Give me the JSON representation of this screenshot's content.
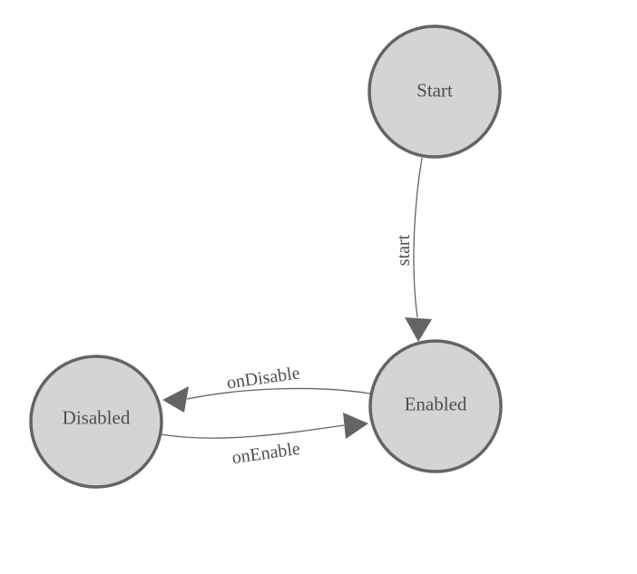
{
  "colors": {
    "background": "#ffffff",
    "nodeFill": "#d4d4d4",
    "nodeStroke": "#646464",
    "edgeColor": "#646464",
    "labelColor": "#4e4e4e"
  },
  "diagram": {
    "type": "state-machine",
    "nodes": [
      {
        "id": "start",
        "label": "Start"
      },
      {
        "id": "enabled",
        "label": "Enabled"
      },
      {
        "id": "disabled",
        "label": "Disabled"
      }
    ],
    "edges": [
      {
        "from": "start",
        "to": "enabled",
        "label": "start"
      },
      {
        "from": "enabled",
        "to": "disabled",
        "label": "onDisable"
      },
      {
        "from": "disabled",
        "to": "enabled",
        "label": "onEnable"
      }
    ]
  }
}
